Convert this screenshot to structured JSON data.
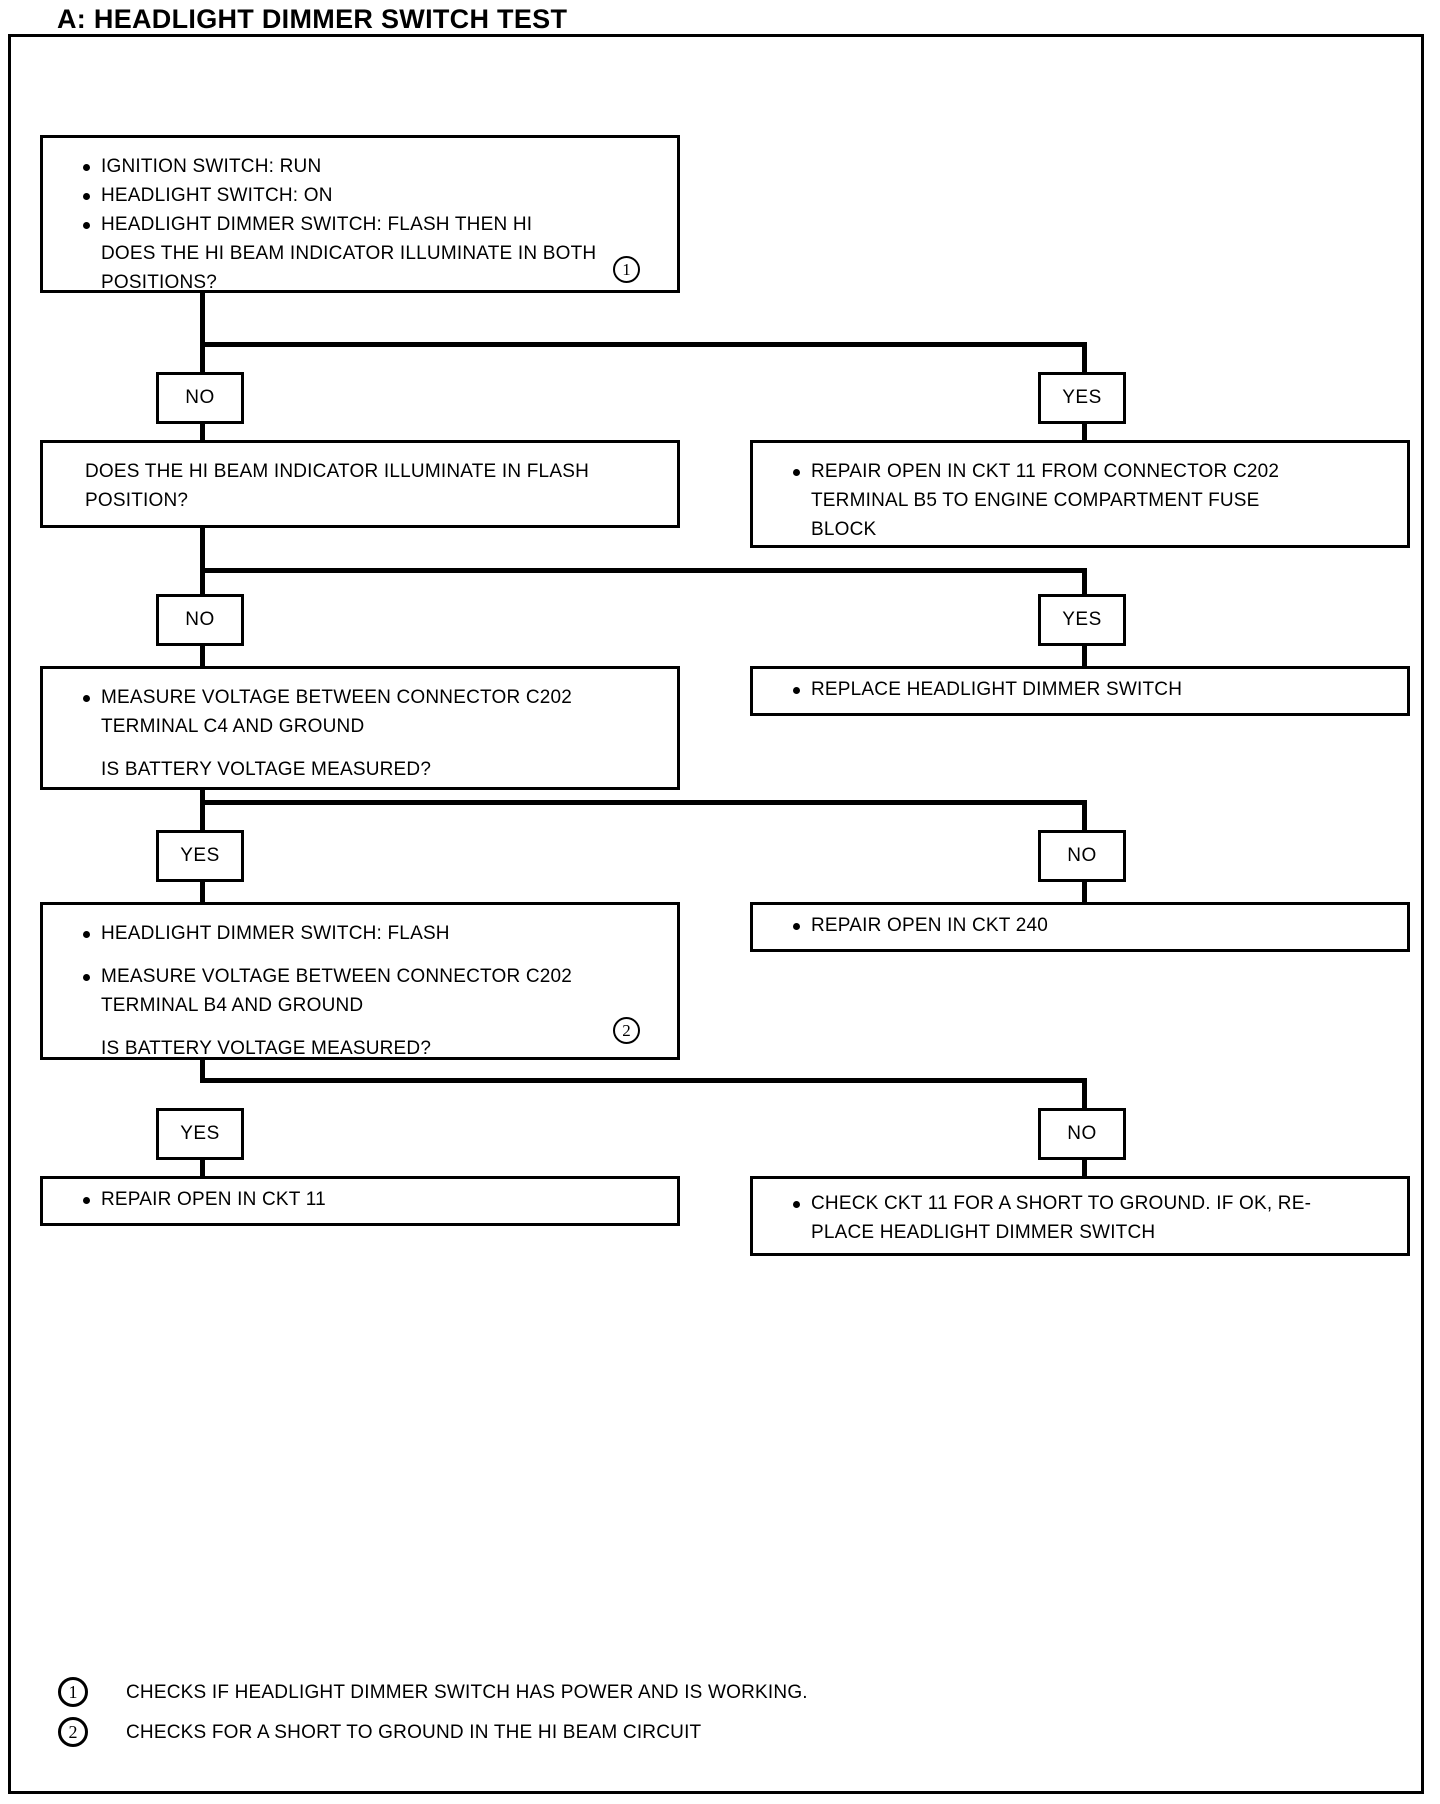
{
  "title": "A: HEADLIGHT DIMMER SWITCH TEST",
  "labels": {
    "yes": "YES",
    "no": "NO"
  },
  "steps": [
    {
      "id": "step1-initial-conditions",
      "lines": [
        "IGNITION SWITCH: RUN",
        "HEADLIGHT SWITCH: ON",
        "HEADLIGHT DIMMER SWITCH: FLASH THEN HI",
        "DOES THE HI BEAM INDICATOR ILLUMINATE IN BOTH",
        "POSITIONS?"
      ],
      "ref": "1"
    },
    {
      "id": "step1-yes-result",
      "lines": [
        "REPAIR OPEN  IN CKT 11 FROM CONNECTOR C202",
        "TERMINAL B5 TO ENGINE COMPARTMENT FUSE",
        "BLOCK"
      ]
    },
    {
      "id": "step2-flash-position-question",
      "lines": [
        "DOES THE HI BEAM INDICATOR ILLUMINATE IN FLASH",
        "POSITION?"
      ]
    },
    {
      "id": "step2-yes-result",
      "lines": [
        "REPLACE HEADLIGHT DIMMER SWITCH"
      ]
    },
    {
      "id": "step3-measure-c4",
      "lines": [
        "MEASURE VOLTAGE BETWEEN CONNECTOR C202",
        "TERMINAL C4 AND GROUND",
        "IS BATTERY VOLTAGE MEASURED?"
      ]
    },
    {
      "id": "step3-no-result",
      "lines": [
        "REPAIR OPEN IN CKT 240"
      ]
    },
    {
      "id": "step4-measure-b4",
      "lines": [
        "HEADLIGHT DIMMER SWITCH: FLASH",
        "MEASURE VOLTAGE BETWEEN CONNECTOR C202",
        "TERMINAL B4 AND GROUND",
        "IS BATTERY VOLTAGE MEASURED?"
      ],
      "ref": "2"
    },
    {
      "id": "step4-yes-result",
      "lines": [
        "REPAIR OPEN IN CKT 11"
      ]
    },
    {
      "id": "step4-no-result",
      "lines": [
        "CHECK CKT 11 FOR A SHORT TO GROUND. IF OK, RE-",
        "PLACE HEADLIGHT DIMMER SWITCH"
      ]
    }
  ],
  "boxes": {
    "b1": {
      "l1": "IGNITION SWITCH: RUN",
      "l2": "HEADLIGHT SWITCH: ON",
      "l3": "HEADLIGHT DIMMER SWITCH: FLASH THEN HI",
      "l4": "DOES THE HI BEAM INDICATOR ILLUMINATE IN BOTH",
      "l5": "POSITIONS?",
      "ref": "1"
    },
    "b2": {
      "l1": "REPAIR OPEN  IN CKT 11 FROM CONNECTOR C202",
      "l2": "TERMINAL B5 TO ENGINE COMPARTMENT FUSE",
      "l3": "BLOCK"
    },
    "b3": {
      "l1": "DOES THE HI BEAM INDICATOR ILLUMINATE IN FLASH",
      "l2": "POSITION?"
    },
    "b4": {
      "l1": "REPLACE HEADLIGHT DIMMER SWITCH"
    },
    "b5": {
      "l1": "MEASURE VOLTAGE BETWEEN CONNECTOR C202",
      "l2": "TERMINAL C4 AND GROUND",
      "l3": "IS BATTERY VOLTAGE MEASURED?"
    },
    "b6": {
      "l1": "REPAIR OPEN IN CKT 240"
    },
    "b7": {
      "l1": "HEADLIGHT DIMMER SWITCH: FLASH",
      "l2": "MEASURE VOLTAGE BETWEEN CONNECTOR C202",
      "l3": "TERMINAL B4 AND GROUND",
      "l4": "IS BATTERY VOLTAGE MEASURED?",
      "ref": "2"
    },
    "b8": {
      "l1": "REPAIR OPEN IN CKT 11"
    },
    "b9": {
      "l1": "CHECK CKT 11 FOR A SHORT TO GROUND. IF OK, RE-",
      "l2": "PLACE HEADLIGHT DIMMER SWITCH"
    }
  },
  "branches": {
    "d1_no": "NO",
    "d1_yes": "YES",
    "d2_no": "NO",
    "d2_yes": "YES",
    "d3_yes": "YES",
    "d3_no": "NO",
    "d4_yes": "YES",
    "d4_no": "NO"
  },
  "footnotes": [
    {
      "num": "1",
      "text": "CHECKS IF HEADLIGHT DIMMER SWITCH HAS POWER AND IS WORKING."
    },
    {
      "num": "2",
      "text": "CHECKS FOR A SHORT TO GROUND IN THE HI BEAM CIRCUIT"
    }
  ],
  "colors": {
    "ink": "#000000",
    "paper": "#ffffff"
  }
}
